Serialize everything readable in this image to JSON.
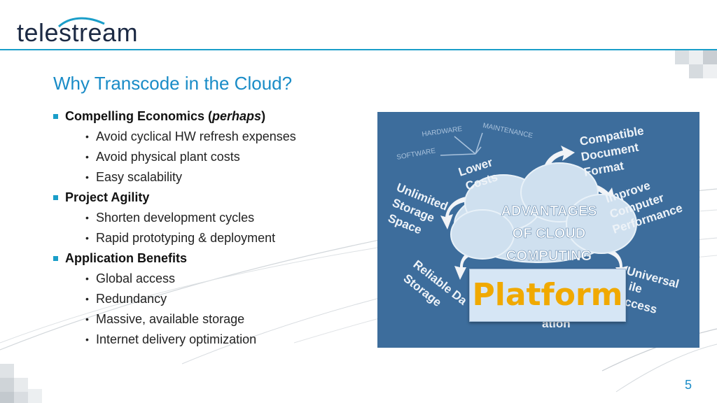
{
  "header": {
    "logo_text": "telestream"
  },
  "title": "Why Transcode in the Cloud?",
  "sections": [
    {
      "heading_pre": "Compelling Economics (",
      "heading_em": "perhaps",
      "heading_post": ")",
      "items": [
        "Avoid cyclical HW refresh expenses",
        "Avoid physical plant costs",
        "Easy scalability"
      ]
    },
    {
      "heading": "Project Agility",
      "items": [
        "Shorten development cycles",
        "Rapid prototyping & deployment"
      ]
    },
    {
      "heading": "Application Benefits",
      "items": [
        "Global access",
        "Redundancy",
        "Massive, available storage",
        "Internet delivery optimization"
      ]
    }
  ],
  "image": {
    "cloud_lines": [
      "ADVANTAGES",
      "OF CLOUD",
      "COMPUTING"
    ],
    "labels": {
      "hardware": "HARDWARE",
      "maintenance": "MAINTENANCE",
      "software": "SOFTWARE",
      "lower_costs_1": "Lower",
      "lower_costs_2": "Costs",
      "compat_1": "Compatible",
      "compat_2": "Document",
      "compat_3": "Format",
      "unlimited_1": "Unlimited",
      "unlimited_2": "Storage",
      "unlimited_3": "Space",
      "improve_1": "Improve",
      "improve_2": "Computer",
      "improve_3": "Performance",
      "reliable_1": "Reliable Da",
      "reliable_2": "Storage",
      "universal_1": "Universal",
      "universal_2": "ile",
      "universal_3": "ccess",
      "partial_bottom": "ation"
    },
    "overlay_label": "Platform"
  },
  "page_number": "5"
}
